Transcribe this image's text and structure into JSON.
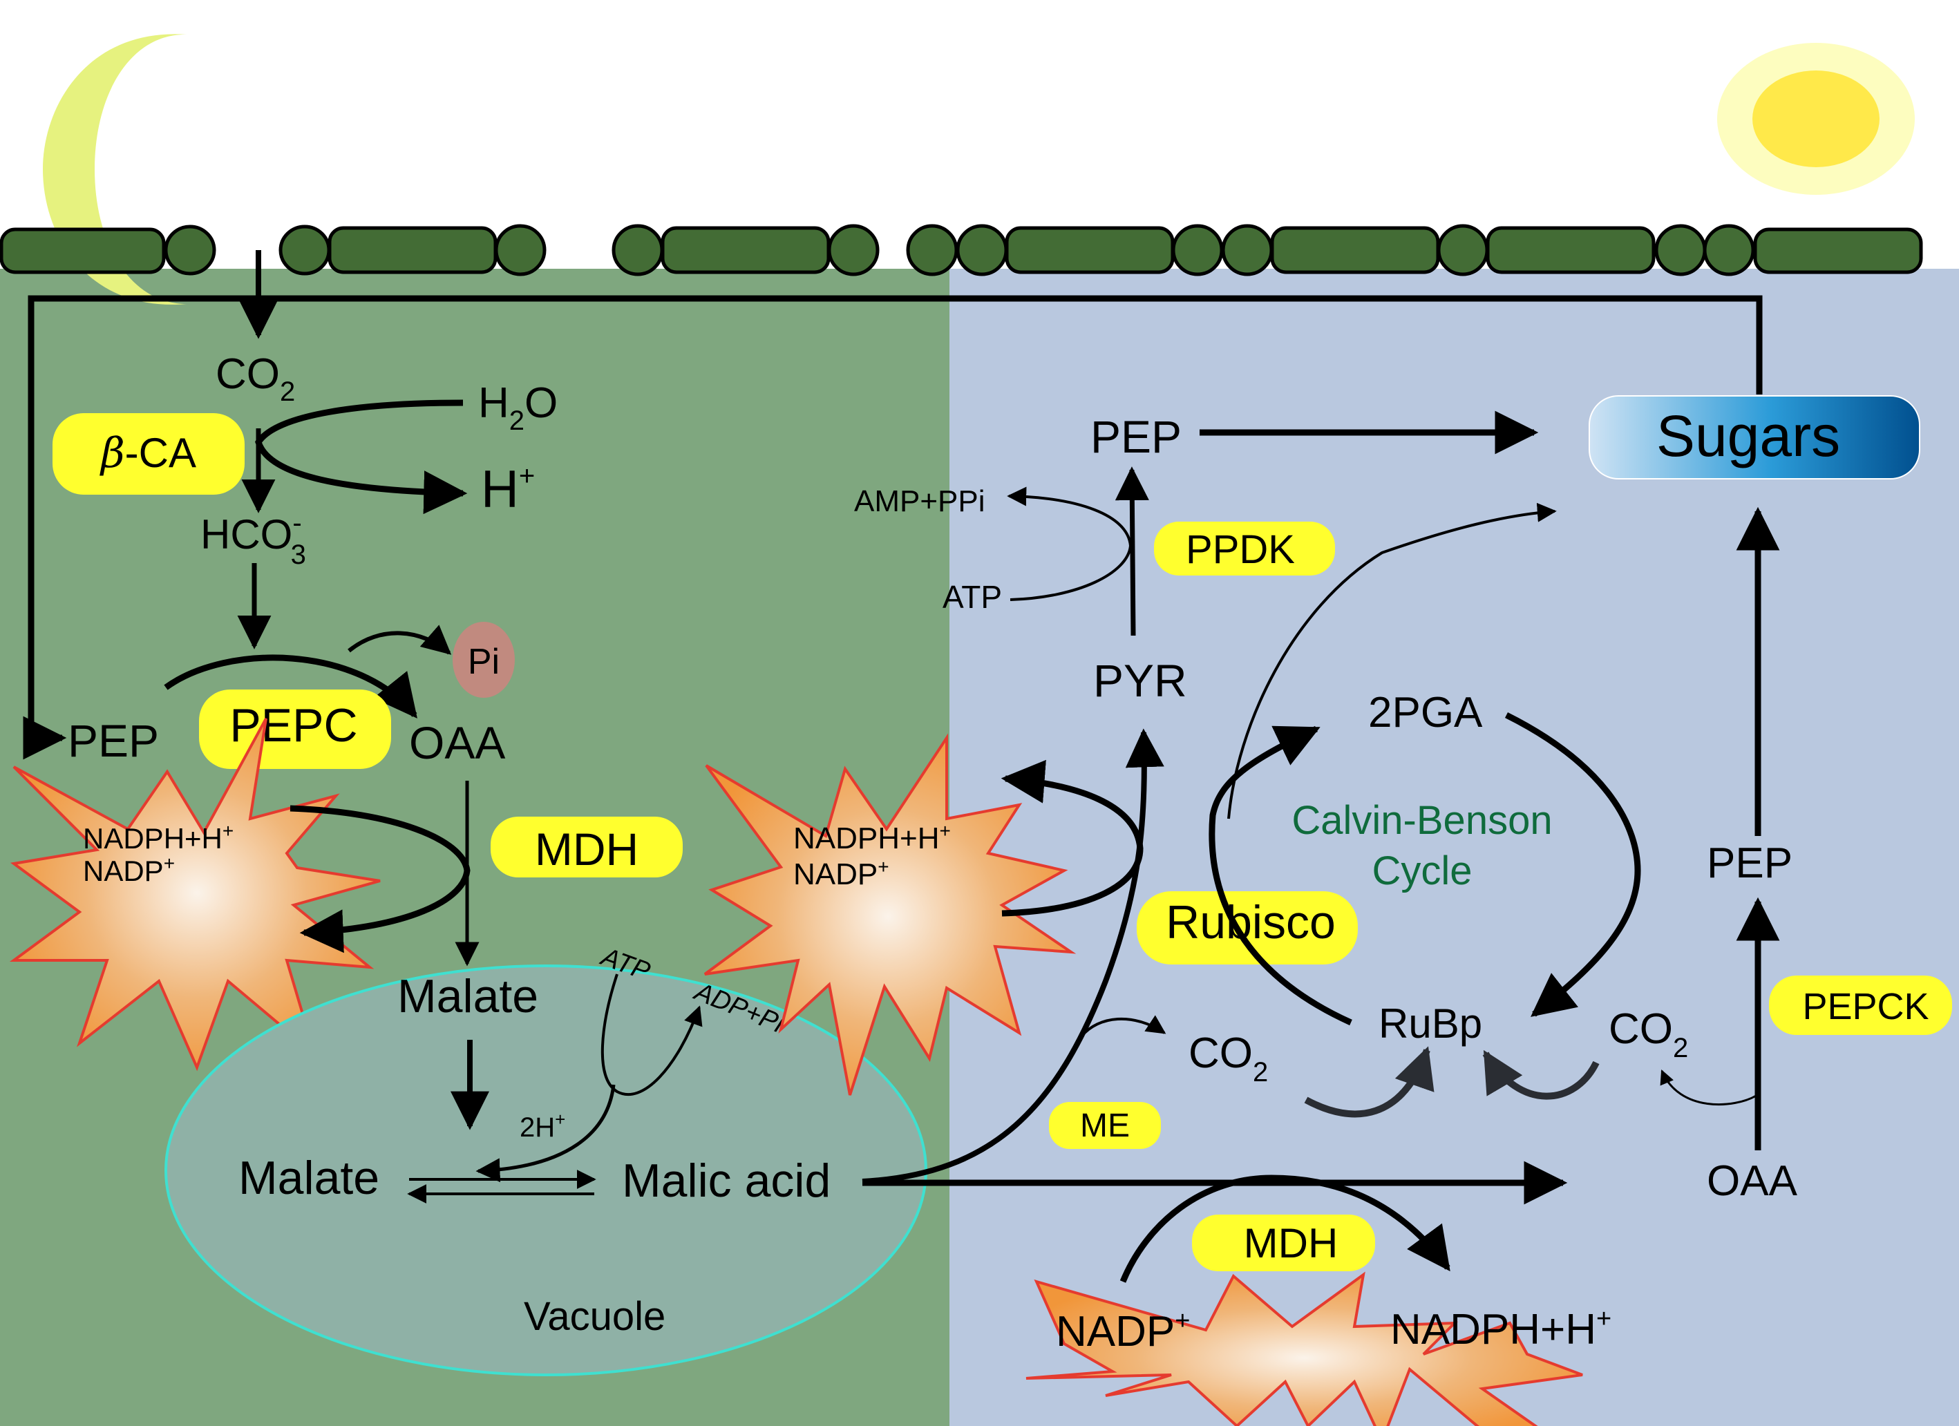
{
  "colors": {
    "mesophyll_bg": "#7fa77f",
    "bundle_sheath_bg": "#b9c8df",
    "membrane_cell": "#436c35",
    "enzyme_pill": "#ffff2e",
    "moon": "#e6f27f",
    "sun_outer": "#fdfdbf",
    "sun_inner": "#ffe94a",
    "vacuole_fill": "#8fb1a6",
    "vacuole_stroke": "#3fe0d0",
    "pi_circle": "#c18a7f",
    "cycle_text": "#0f6b3c",
    "starburst_outer": "#f1963a",
    "starburst_inner": "#fbf3ea",
    "starburst_stroke": "#e53b2f",
    "sugars_left": "#cfe3f4",
    "sugars_mid": "#2b9bd8",
    "sugars_right": "#01508f"
  },
  "icons": {
    "moon": "crescent-moon-icon",
    "sun": "sun-icon"
  },
  "left": {
    "co2": {
      "main": "CO",
      "sub": "2"
    },
    "h2o": {
      "pre": "H",
      "sub": "2",
      "post": "O"
    },
    "h_plus": {
      "main": "H",
      "sup": "+"
    },
    "hco3": {
      "main": "HCO",
      "sub": "3",
      "sup": "-"
    },
    "beta_ca": {
      "greek": "β",
      "rest": "-CA"
    },
    "pi": "Pi",
    "pep": "PEP",
    "pepc": "PEPC",
    "oaa": "OAA",
    "mdh": "MDH",
    "starburst": {
      "line1": "NADPH+H",
      "line1_sup": "+",
      "line2": "NADP",
      "line2_sup": "+"
    },
    "malate_cyto": "Malate",
    "atp": "ATP",
    "adp_pi": "ADP+Pi",
    "two_h": {
      "main": "2H",
      "sup": "+"
    },
    "vacuole": {
      "malate": "Malate",
      "malic_acid": "Malic acid",
      "label": "Vacuole"
    }
  },
  "middle": {
    "starburst": {
      "line1": "NADPH+H",
      "line1_sup": "+",
      "line2": "NADP",
      "line2_sup": "+"
    },
    "pep": "PEP",
    "amp_ppi": "AMP+PPi",
    "atp": "ATP",
    "ppdk": "PPDK",
    "pyr": "PYR",
    "rubisco": "Rubisco",
    "me": "ME",
    "co2": {
      "main": "CO",
      "sub": "2"
    }
  },
  "right": {
    "sugars": "Sugars",
    "two_pga": "2PGA",
    "cycle_label_line1": "Calvin-Benson",
    "cycle_label_line2": "Cycle",
    "rubp": "RuBp",
    "co2": {
      "main": "CO",
      "sub": "2"
    },
    "pep": "PEP",
    "pepck": "PEPCK",
    "oaa": "OAA",
    "mdh": "MDH",
    "starburst": {
      "left": "NADP",
      "left_sup": "+",
      "right": "NADPH+H",
      "right_sup": "+"
    }
  }
}
